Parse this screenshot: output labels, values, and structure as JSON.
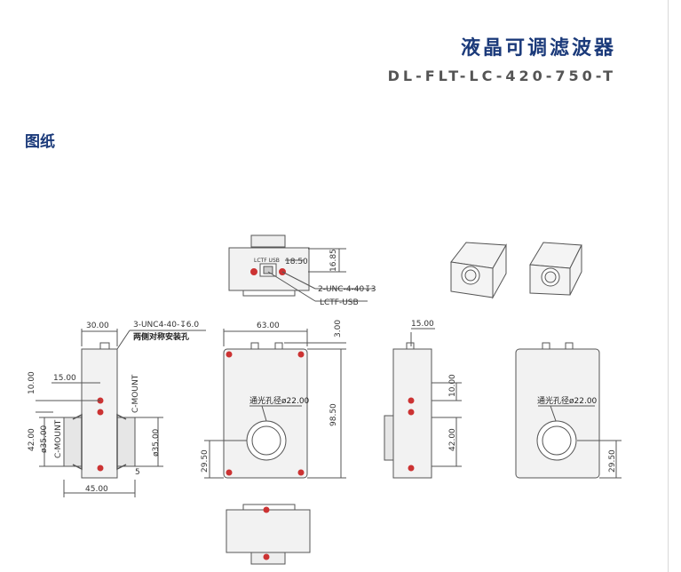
{
  "header": {
    "title": "液晶可调滤波器",
    "model": "DL-FLT-LC-420-750-T"
  },
  "section_title": "图纸",
  "drawing": {
    "top_view": {
      "port_label": "LCTF USB",
      "dim_18_50": "18.50",
      "dim_16_85": "16.85",
      "thread_note": "2-UNC-4-40↧3",
      "usb_note": "LCTF-USB"
    },
    "side_view_left": {
      "dim_30_00": "30.00",
      "thread_note": "3-UNC4-40-↧6.0",
      "symmetric_note": "两侧对称安装孔",
      "dim_15_00": "15.00",
      "dim_10_00": "10.00",
      "dim_42_00": "42.00",
      "dim_35_00_left": "ø35.00",
      "c_mount_left": "C-MOUNT",
      "c_mount_right": "C-MOUNT",
      "dim_35_00_right": "ø35.00",
      "dim_5": "5",
      "dim_45_00": "45.00"
    },
    "front_view": {
      "dim_63_00": "63.00",
      "dim_3_00": "3.00",
      "aperture_note": "通光孔径ø22.00",
      "dim_98_50": "98.50",
      "dim_29_50": "29.50"
    },
    "side_view_right": {
      "dim_15_00": "15.00",
      "dim_10_00": "10.00",
      "dim_42_00": "42.00"
    },
    "back_view": {
      "aperture_note": "通光孔径ø22.00",
      "dim_29_50": "29.50"
    }
  }
}
